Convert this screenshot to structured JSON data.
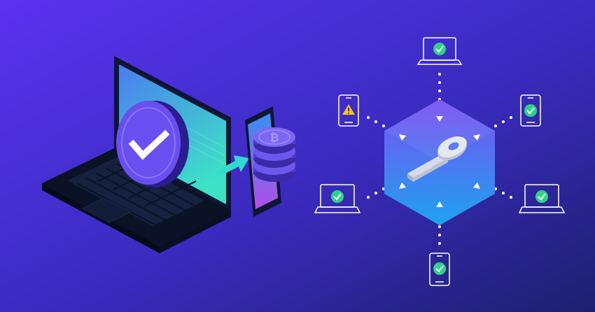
{
  "colors": {
    "bg_left": "#5a33f0",
    "bg_right": "#1d1f6e",
    "check_green": "#2fd28a",
    "warning_yellow": "#f4c21a",
    "hex_top": "#7b4ff2",
    "hex_bottom": "#1ea3f0",
    "screen_teal": "#3de2c6",
    "token_purple": "#5b3fd9"
  },
  "icons": {
    "center": "key-icon",
    "token": "check-icon",
    "coins": "bitcoin-icon",
    "status_ok": "check-circle-icon",
    "status_warn": "warning-icon"
  },
  "network": {
    "nodes": [
      {
        "device": "laptop",
        "status": "ok",
        "position": "top"
      },
      {
        "device": "phone",
        "status": "ok",
        "position": "upper-right"
      },
      {
        "device": "laptop",
        "status": "ok",
        "position": "lower-right"
      },
      {
        "device": "phone",
        "status": "ok",
        "position": "bottom"
      },
      {
        "device": "laptop",
        "status": "ok",
        "position": "lower-left"
      },
      {
        "device": "phone",
        "status": "warning",
        "position": "upper-left"
      }
    ]
  }
}
